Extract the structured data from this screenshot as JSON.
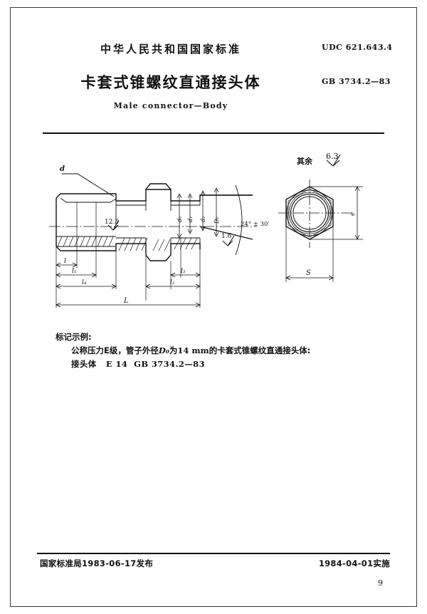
{
  "document": {
    "org_line": "中华人民共和国国家标准",
    "udc": "UDC  621.643.4",
    "standard_no": "GB 3734.2—83",
    "title_cn": "卡套式锥螺纹直通接头体",
    "title_en": "Male connector—Body"
  },
  "drawing": {
    "surface_note_label": "其余",
    "surface_note_value": "6.3",
    "finish_body": "12.5",
    "finish_cone": "1.6",
    "angle": "24° ± 30′",
    "labels": {
      "d": "d",
      "d0": "d₀",
      "d1": "d₁",
      "d2": "d₂",
      "D0": "D₀",
      "l": "l",
      "l1": "l₁",
      "l2": "l₂",
      "l3": "l₃",
      "l4": "l₄",
      "L": "L",
      "S": "S",
      "e": "e"
    }
  },
  "marking": {
    "heading": "标记示例:",
    "line1_a": "公称压力E级，管子外径",
    "line1_sym": "D₀",
    "line1_b": "为",
    "line1_val": "14 mm",
    "line1_c": "的卡套式锥螺纹直通接头体:",
    "line2_a": "接头体",
    "line2_code": "E 14",
    "line2_std": "GB 3734.2—83"
  },
  "footer": {
    "issued": "国家标准局1983-06-17发布",
    "effective": "1984-04-01实施",
    "page_number": "9"
  }
}
